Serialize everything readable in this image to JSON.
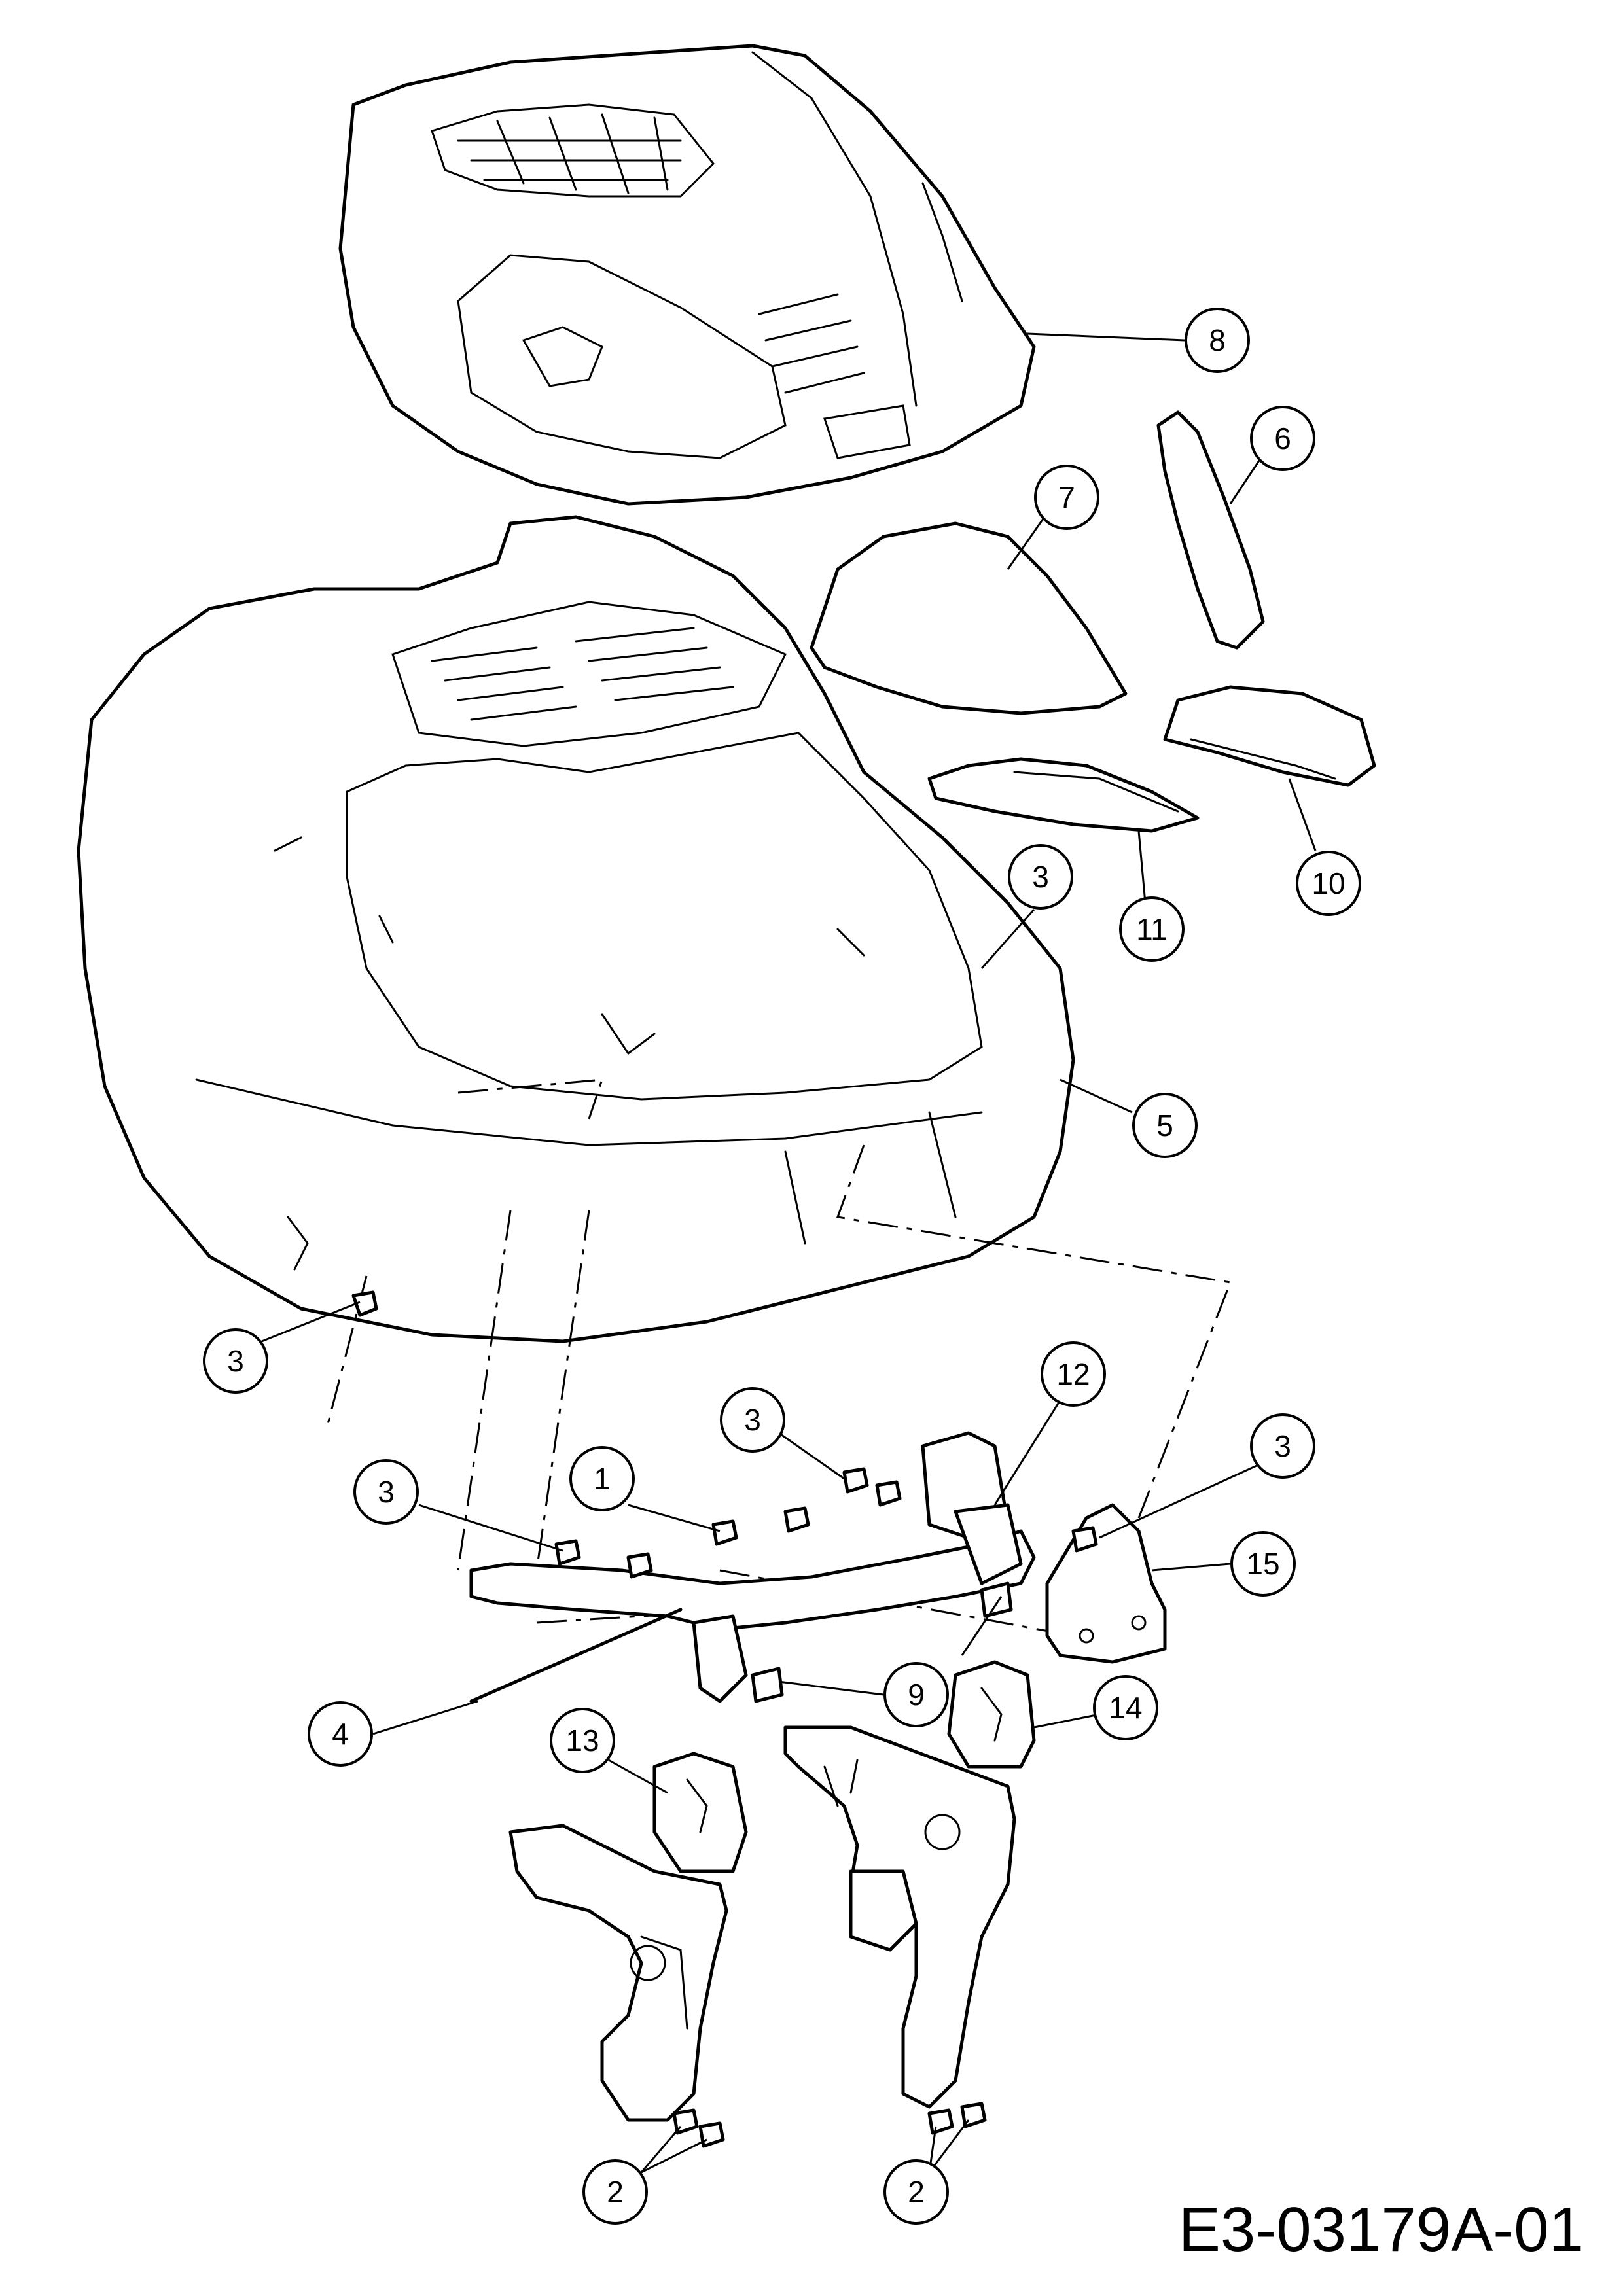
{
  "drawing_code": "E3-03179A-01",
  "callouts": [
    {
      "id": "c8",
      "number": "8"
    },
    {
      "id": "c6",
      "number": "6"
    },
    {
      "id": "c7",
      "number": "7"
    },
    {
      "id": "c11",
      "number": "11"
    },
    {
      "id": "c10",
      "number": "10"
    },
    {
      "id": "c3a",
      "number": "3"
    },
    {
      "id": "c5",
      "number": "5"
    },
    {
      "id": "c3b",
      "number": "3"
    },
    {
      "id": "c12",
      "number": "12"
    },
    {
      "id": "c3c",
      "number": "3"
    },
    {
      "id": "c3d",
      "number": "3"
    },
    {
      "id": "c1",
      "number": "1"
    },
    {
      "id": "c3e",
      "number": "3"
    },
    {
      "id": "c15",
      "number": "15"
    },
    {
      "id": "c9",
      "number": "9"
    },
    {
      "id": "c4",
      "number": "4"
    },
    {
      "id": "c13",
      "number": "13"
    },
    {
      "id": "c14",
      "number": "14"
    },
    {
      "id": "c2a",
      "number": "2"
    },
    {
      "id": "c2b",
      "number": "2"
    }
  ]
}
